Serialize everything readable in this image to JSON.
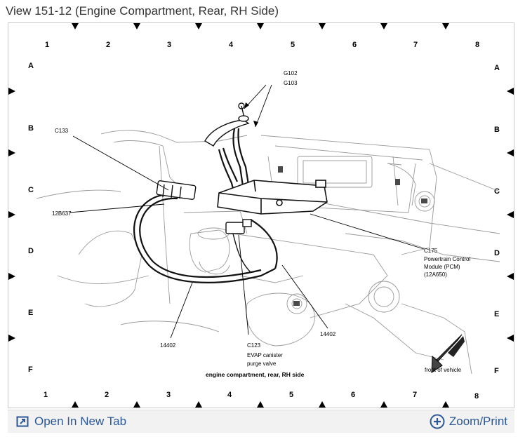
{
  "header": {
    "title": "View 151-12 (Engine Compartment, Rear, RH Side)"
  },
  "grid": {
    "columns": [
      "1",
      "2",
      "3",
      "4",
      "5",
      "6",
      "7",
      "8"
    ],
    "rows": [
      "A",
      "B",
      "C",
      "D",
      "E",
      "F"
    ]
  },
  "diagram": {
    "caption": "engine compartment, rear, RH side",
    "callouts": {
      "g102": "G102",
      "g103": "G103",
      "c133": "C133",
      "p12b637": "12B637",
      "c175": "C175",
      "pcm_line1": "Powertrain Control",
      "pcm_line2": "Module (PCM)",
      "pcm_line3": "(12A650)",
      "h14402_left": "14402",
      "h14402_right": "14402",
      "c123": "C123",
      "evap_line1": "EVAP canister",
      "evap_line2": "purge valve",
      "front": "front of vehicle"
    }
  },
  "footer": {
    "open_tab_label": "Open In New Tab",
    "zoom_label": "Zoom/Print",
    "link_color": "#2b5797"
  }
}
